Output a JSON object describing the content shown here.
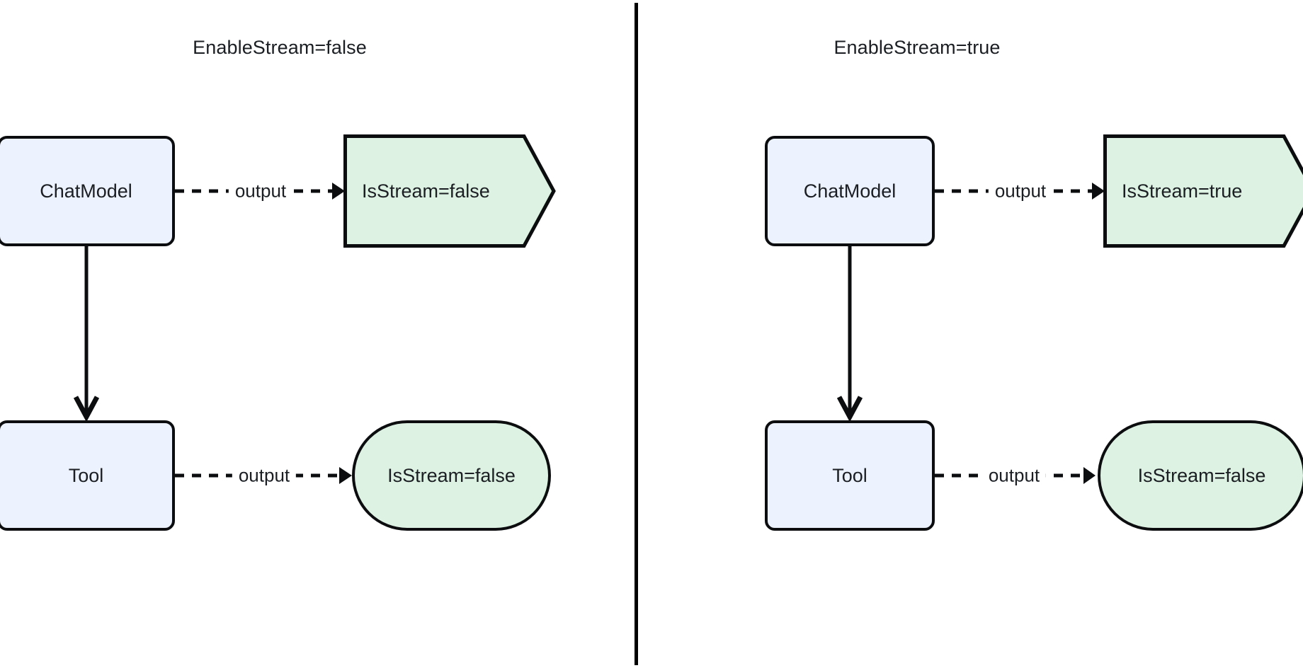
{
  "diagram": {
    "type": "flowchart",
    "background": "#ffffff",
    "colors": {
      "process_fill": "#ECF2FE",
      "result_fill": "#DDF2E2",
      "stroke": "#0B0D0F",
      "text": "#1B1F23",
      "divider": "#000000"
    },
    "divider": {
      "orientation": "vertical",
      "label": "panel-divider"
    }
  },
  "panels": [
    {
      "id": "left",
      "title": "EnableStream=false",
      "nodes": [
        {
          "id": "l-chatmodel",
          "label": "ChatModel",
          "shape": "rounded-rect",
          "fill": "#ECF2FE"
        },
        {
          "id": "l-flag",
          "label": "IsStream=false",
          "shape": "flag",
          "fill": "#DDF2E2"
        },
        {
          "id": "l-tool",
          "label": "Tool",
          "shape": "rounded-rect",
          "fill": "#ECF2FE"
        },
        {
          "id": "l-stadium",
          "label": "IsStream=false",
          "shape": "stadium",
          "fill": "#DDF2E2"
        }
      ],
      "edges": [
        {
          "id": "l-e1",
          "from": "l-chatmodel",
          "to": "l-flag",
          "label": "output",
          "style": "dashed",
          "arrow": "filled"
        },
        {
          "id": "l-e2",
          "from": "l-chatmodel",
          "to": "l-tool",
          "label": "",
          "style": "solid",
          "arrow": "open"
        },
        {
          "id": "l-e3",
          "from": "l-tool",
          "to": "l-stadium",
          "label": "output",
          "style": "dashed",
          "arrow": "filled"
        }
      ]
    },
    {
      "id": "right",
      "title": "EnableStream=true",
      "nodes": [
        {
          "id": "r-chatmodel",
          "label": "ChatModel",
          "shape": "rounded-rect",
          "fill": "#ECF2FE"
        },
        {
          "id": "r-flag",
          "label": "IsStream=true",
          "shape": "flag",
          "fill": "#DDF2E2"
        },
        {
          "id": "r-tool",
          "label": "Tool",
          "shape": "rounded-rect",
          "fill": "#ECF2FE"
        },
        {
          "id": "r-stadium",
          "label": "IsStream=false",
          "shape": "stadium",
          "fill": "#DDF2E2"
        }
      ],
      "edges": [
        {
          "id": "r-e1",
          "from": "r-chatmodel",
          "to": "r-flag",
          "label": "output",
          "style": "dashed",
          "arrow": "filled"
        },
        {
          "id": "r-e2",
          "from": "r-chatmodel",
          "to": "r-tool",
          "label": "",
          "style": "solid",
          "arrow": "open"
        },
        {
          "id": "r-e3",
          "from": "r-tool",
          "to": "r-stadium",
          "label": "output",
          "style": "dashed",
          "arrow": "filled"
        }
      ]
    }
  ]
}
